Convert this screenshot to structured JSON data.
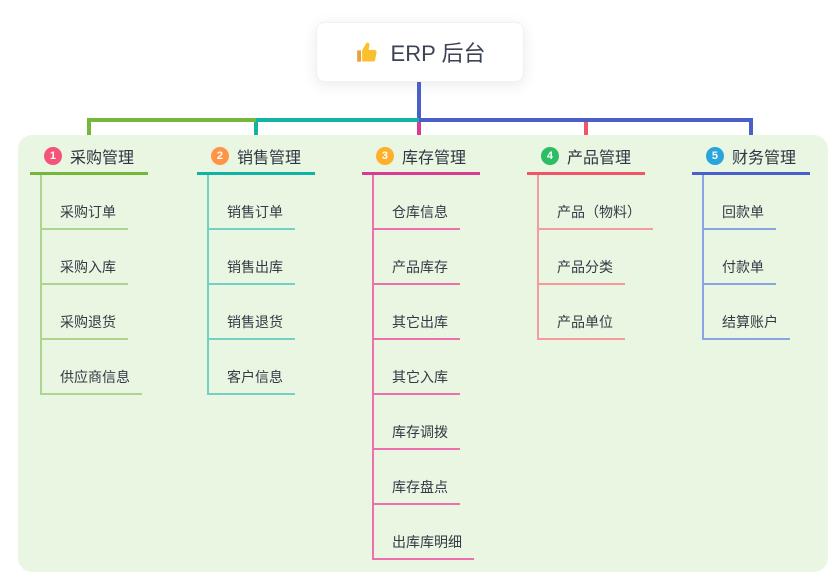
{
  "root": {
    "label": "ERP 后台",
    "icon": "thumbs-up-icon"
  },
  "colors": {
    "page_background": "#ffffff",
    "panel_background": "#e8f6e2",
    "root_connector": "#4a5fc9",
    "branch_main": [
      "#74b73a",
      "#12b2a4",
      "#d63d92",
      "#f0566a",
      "#4a5fc9"
    ],
    "branch_child_line": [
      "#aed590",
      "#72d1c5",
      "#ee6fae",
      "#f79a9f",
      "#8aa4e2"
    ],
    "badge": [
      "#f4547a",
      "#ff9446",
      "#ffb02a",
      "#2dbd62",
      "#2aa5dc"
    ]
  },
  "branches": [
    {
      "num": "1",
      "label": "采购管理",
      "children": [
        "采购订单",
        "采购入库",
        "采购退货",
        "供应商信息"
      ]
    },
    {
      "num": "2",
      "label": "销售管理",
      "children": [
        "销售订单",
        "销售出库",
        "销售退货",
        "客户信息"
      ]
    },
    {
      "num": "3",
      "label": "库存管理",
      "children": [
        "仓库信息",
        "产品库存",
        "其它出库",
        "其它入库",
        "库存调拨",
        "库存盘点",
        "出库库明细"
      ]
    },
    {
      "num": "4",
      "label": "产品管理",
      "children": [
        "产品（物料）",
        "产品分类",
        "产品单位"
      ]
    },
    {
      "num": "5",
      "label": "财务管理",
      "children": [
        "回款单",
        "付款单",
        "结算账户"
      ]
    }
  ]
}
